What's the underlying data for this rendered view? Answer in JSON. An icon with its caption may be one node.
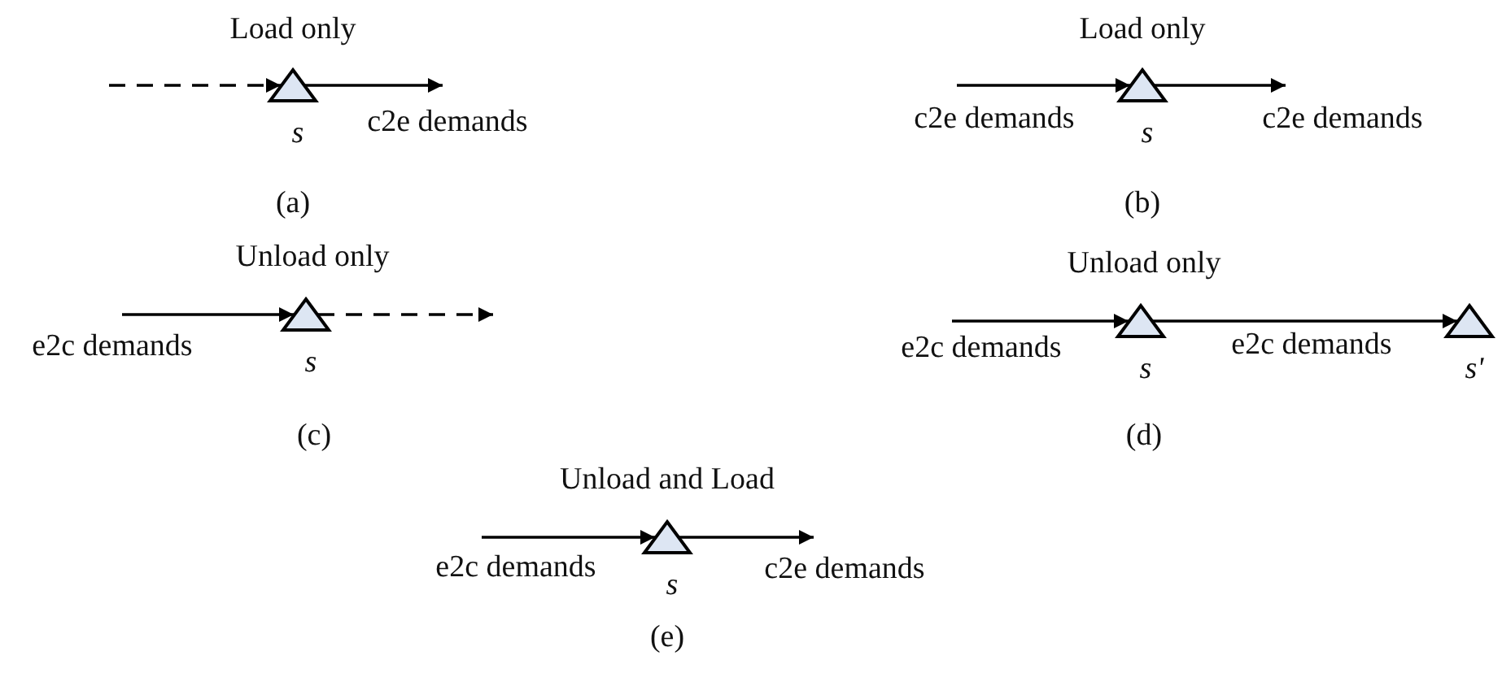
{
  "diagram": {
    "nodes": [
      {
        "text": [],
        "shape": "triangle",
        "beside": [
          "s"
        ]
      },
      {
        "text": [],
        "shape": "triangle",
        "beside": [
          "s"
        ]
      },
      {
        "text": [],
        "shape": "triangle",
        "beside": [
          "s"
        ]
      },
      {
        "text": [],
        "shape": "triangle",
        "beside": [
          "s"
        ]
      },
      {
        "text": [],
        "shape": "triangle",
        "beside": [
          "s'"
        ]
      },
      {
        "text": [],
        "shape": "triangle",
        "beside": [
          "s"
        ]
      }
    ],
    "edges": [
      {
        "from": null,
        "to": 0,
        "arrow": "to",
        "style": "dashed"
      },
      {
        "from": 0,
        "to": null,
        "arrow": "to",
        "label": "c2e demands"
      },
      {
        "from": null,
        "to": 1,
        "arrow": "to",
        "label": "c2e demands"
      },
      {
        "from": 1,
        "to": null,
        "arrow": "to",
        "label": "c2e demands"
      },
      {
        "from": null,
        "to": 2,
        "arrow": "to",
        "label": "e2c demands"
      },
      {
        "from": 2,
        "to": null,
        "arrow": "to",
        "style": "dashed"
      },
      {
        "from": null,
        "to": 3,
        "arrow": "to",
        "label": "e2c demands"
      },
      {
        "from": 3,
        "to": 4,
        "arrow": "to",
        "label": "e2c demands"
      },
      {
        "from": null,
        "to": 5,
        "arrow": "to",
        "label": "e2c demands"
      },
      {
        "from": 5,
        "to": null,
        "arrow": "to",
        "label": "c2e demands"
      }
    ],
    "labels": [
      "Load only",
      "Load only",
      "(a)",
      "(b)",
      "Unload only",
      "Unload only",
      "(c)",
      "(d)",
      "Unload and Load",
      "(e)"
    ]
  }
}
